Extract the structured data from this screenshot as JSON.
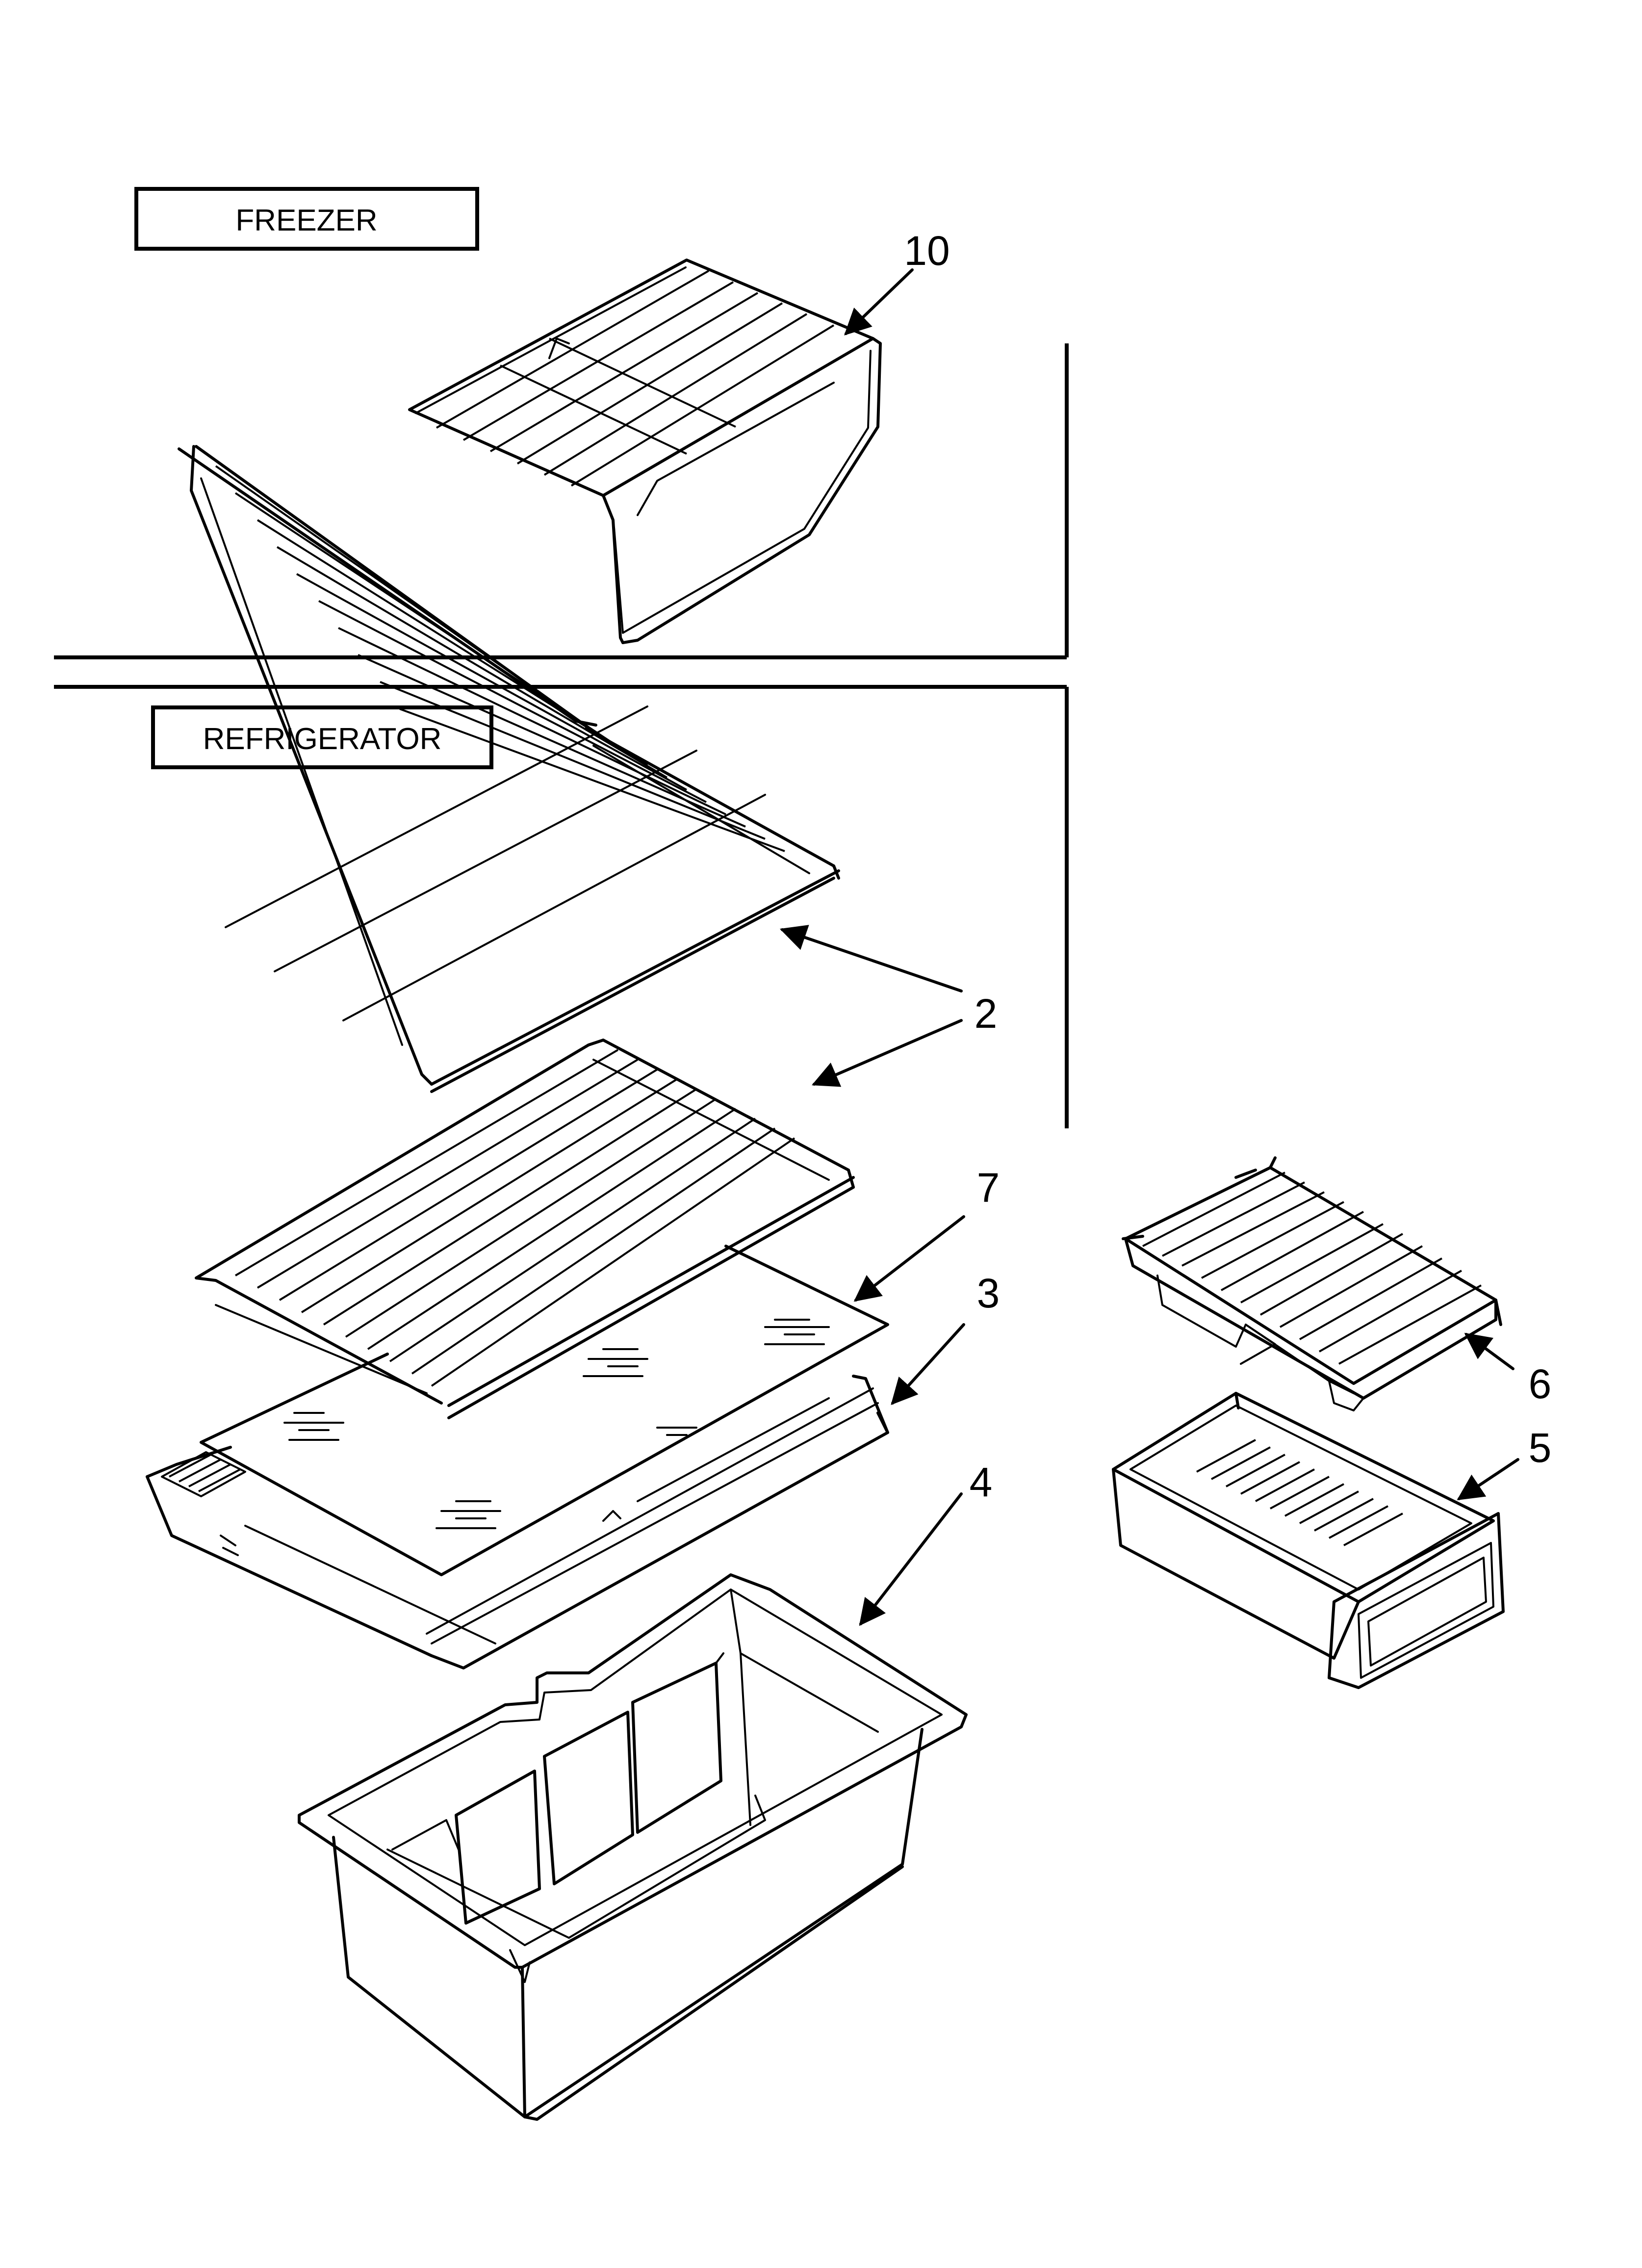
{
  "sections": {
    "freezer": "FREEZER",
    "refrigerator": "REFRIGERATOR"
  },
  "callouts": {
    "p10": "10",
    "p2": "2",
    "p7": "7",
    "p3": "3",
    "p4": "4",
    "p6": "6",
    "p5": "5"
  },
  "colors": {
    "ink": "#000000",
    "paper": "#ffffff"
  }
}
